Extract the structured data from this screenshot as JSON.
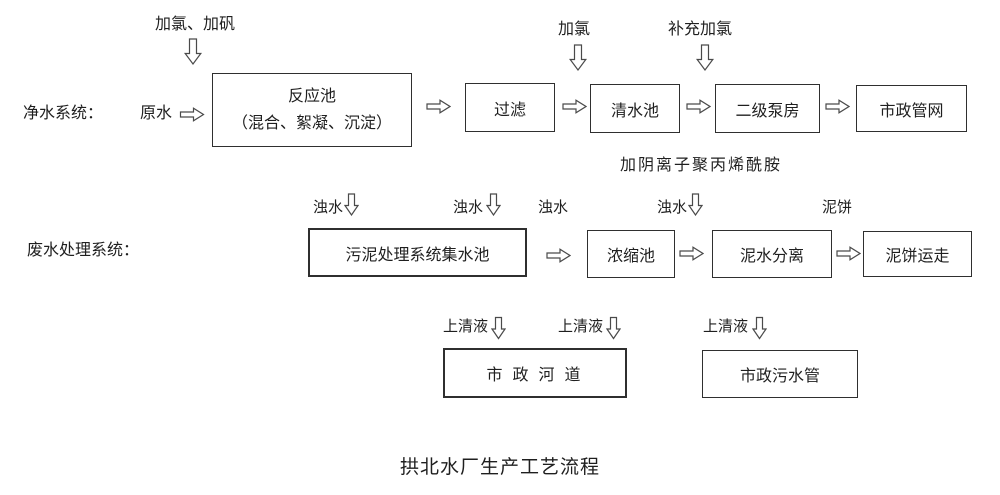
{
  "title": {
    "text": "拱北水厂生产工艺流程"
  },
  "colors": {
    "ink": "#1f1f1f",
    "border": "#2f2f2f",
    "paper": "#ffffff"
  },
  "purification": {
    "section_label": "净水系统：",
    "raw_water": "原水",
    "chlorine_alum": "加氯、加矾",
    "chlorine": "加氯",
    "supplemental_chlorine": "补充加氯",
    "boxes": {
      "reaction_tank_line1": "反应池",
      "reaction_tank_line2": "（混合、絮凝、沉淀）",
      "filter": "过滤",
      "clean_water_tank": "清水池",
      "secondary_pump_station": "二级泵房",
      "municipal_pipe_network": "市政管网"
    }
  },
  "wastewater": {
    "section_label": "废水处理系统：",
    "anionic_polyacrylamide": "加阴离子聚丙烯酰胺",
    "turbid_water": [
      "浊水",
      "浊水",
      "浊水",
      "浊水"
    ],
    "mud_cake": "泥饼",
    "supernatant": [
      "上清液",
      "上清液",
      "上清液"
    ],
    "boxes": {
      "sludge_collection_tank": "污泥处理系统集水池",
      "thickening_tank": "浓缩池",
      "mud_water_separation": "泥水分离",
      "mud_cake_hauling": "泥饼运走",
      "municipal_river": "市 政 河 道",
      "municipal_sewage_pipe": "市政污水管"
    }
  }
}
